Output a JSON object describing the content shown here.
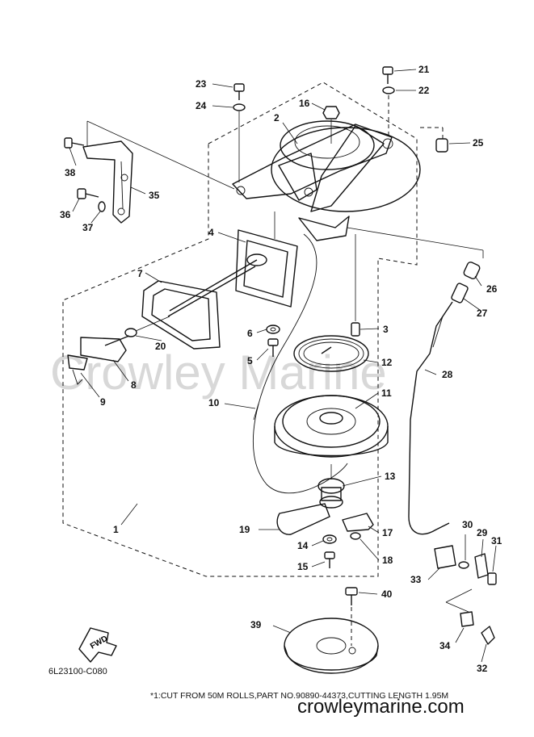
{
  "diagram_code": "6L23100-C080",
  "footnote": "*1:CUT FROM 50M ROLLS,PART NO.90890-44373,CUTTING LENGTH 1.95M",
  "watermark": "Crowley Marine",
  "site_name": "crowleymarine.com",
  "fwd_label": "FWD",
  "callouts": [
    "1",
    "2",
    "3",
    "4",
    "5",
    "6",
    "7",
    "8",
    "9",
    "10",
    "11",
    "12",
    "13",
    "14",
    "15",
    "16",
    "17",
    "18",
    "19",
    "20",
    "21",
    "22",
    "23",
    "24",
    "25",
    "26",
    "27",
    "28",
    "29",
    "30",
    "31",
    "32",
    "33",
    "34",
    "35",
    "36",
    "37",
    "38",
    "39",
    "40"
  ]
}
